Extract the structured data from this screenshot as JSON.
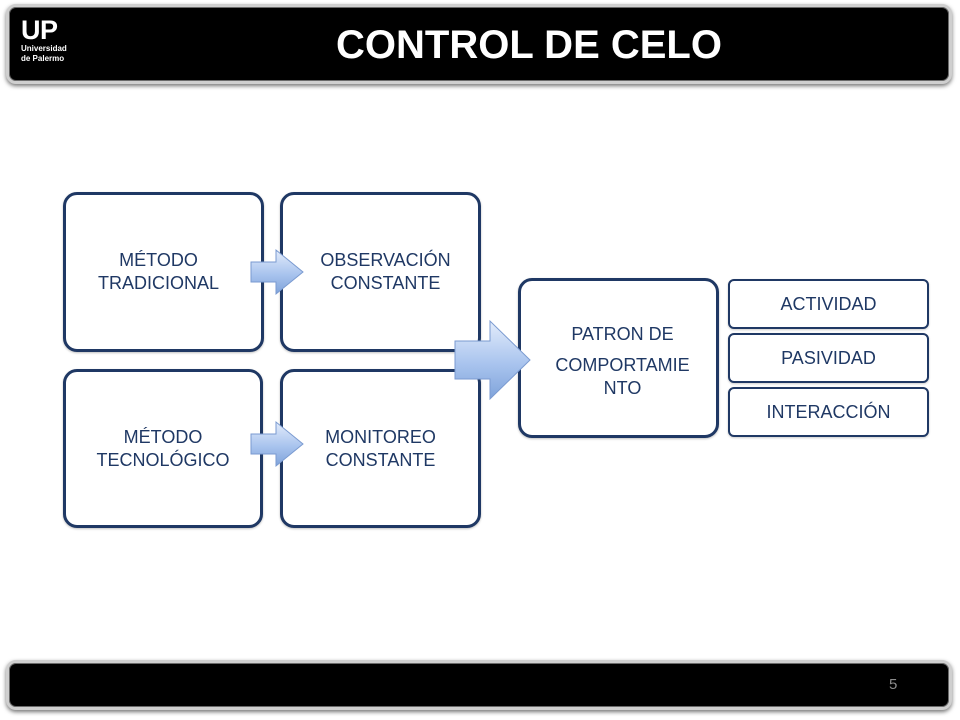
{
  "header": {
    "logo_main": "UP",
    "logo_line1": "Universidad",
    "logo_line2": "de Palermo",
    "title": "CONTROL DE CELO"
  },
  "diagram": {
    "metodo_tradicional": [
      "MÉTODO",
      "TRADICIONAL"
    ],
    "observacion_constante": [
      "OBSERVACIÓN",
      "CONSTANTE"
    ],
    "metodo_tecnologico": [
      "MÉTODO",
      "TECNOLÓGICO"
    ],
    "monitoreo_constante": [
      "MONITOREO",
      "CONSTANTE"
    ],
    "patron": [
      "PATRON DE",
      "COMPORTAMIE",
      "NTO"
    ],
    "behaviors": [
      "ACTIVIDAD",
      "PASIVIDAD",
      "INTERACCIÓN"
    ]
  },
  "footer": {
    "page_number": "5"
  },
  "colors": {
    "box_border": "#1f3864",
    "arrow_fill": "#a9c4ee",
    "bar": "#000000"
  }
}
